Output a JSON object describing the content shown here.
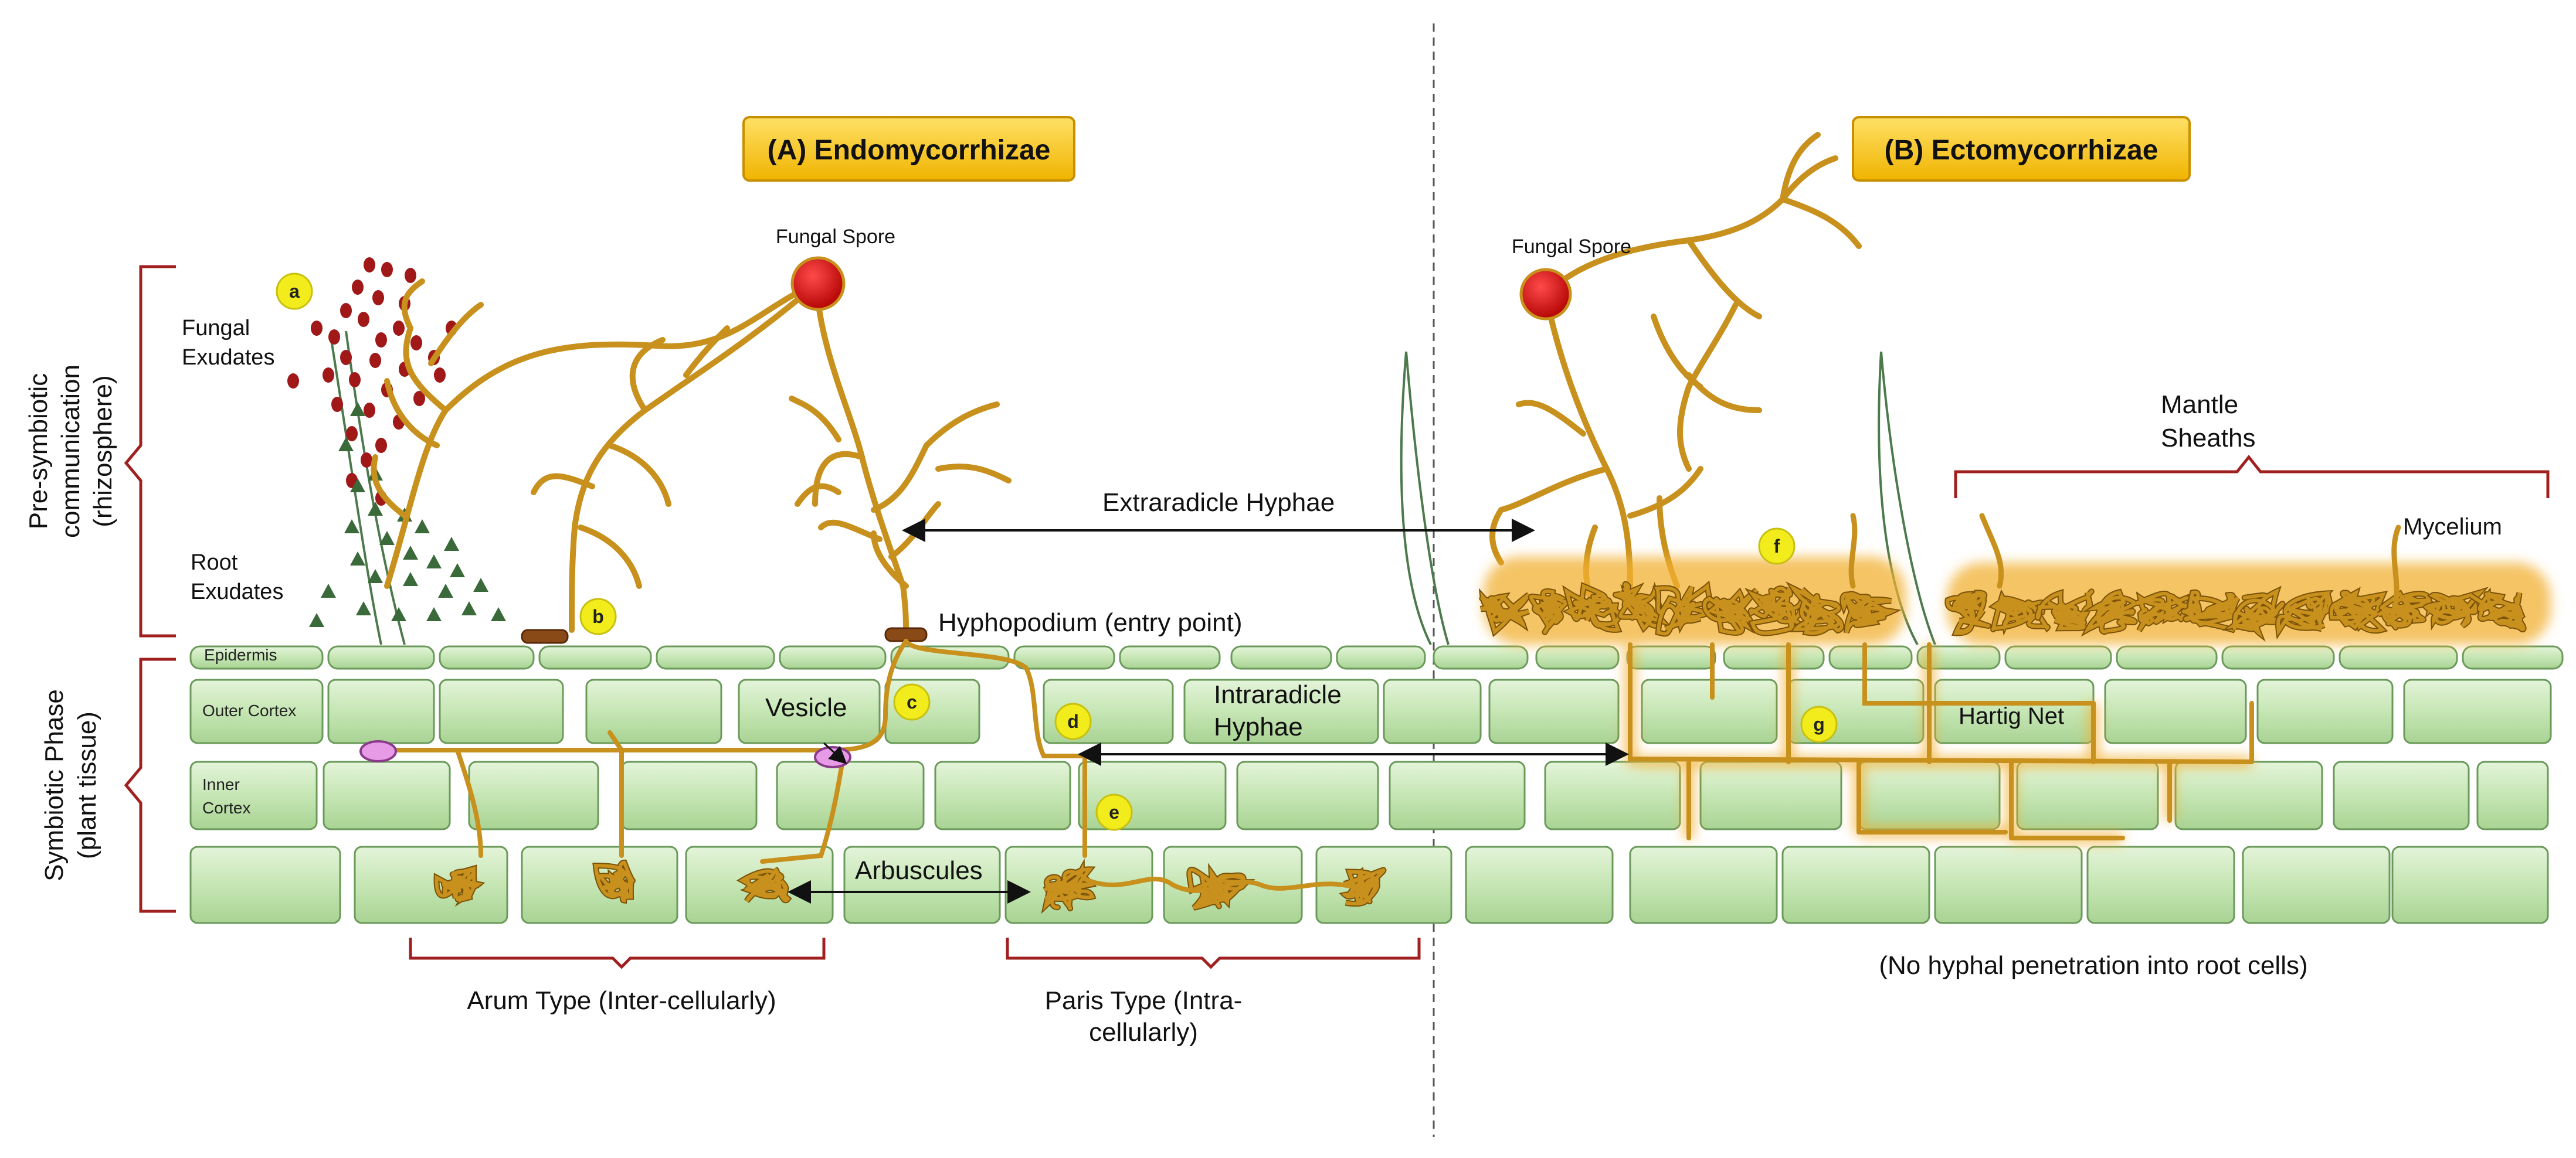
{
  "panels": {
    "endo_title": "(A) Endomycorrhizae",
    "ecto_title": "(B) Ectomycorrhizae"
  },
  "phases": {
    "pre_symbiotic": [
      "Pre-symbiotic",
      "communication",
      "(rhizosphere)"
    ],
    "symbiotic": [
      "Symbiotic Phase",
      "(plant tissue)"
    ]
  },
  "layers": {
    "epidermis": "Epidermis",
    "outer_cortex": "Outer Cortex",
    "inner_cortex": [
      "Inner",
      "Cortex"
    ]
  },
  "labels": {
    "fungal_spore_a": "Fungal Spore",
    "fungal_spore_b": "Fungal Spore",
    "fungal_exudates": [
      "Fungal",
      "Exudates"
    ],
    "root_exudates": [
      "Root",
      "Exudates"
    ],
    "extraradicle_hyphae": "Extraradicle Hyphae",
    "hyphopodium": "Hyphopodium (entry point)",
    "vesicle": "Vesicle",
    "intraradicle_hyphae": [
      "Intraradicle",
      "Hyphae"
    ],
    "arbuscules": "Arbuscules",
    "hartig_net": "Hartig Net",
    "mantle_sheaths": [
      "Mantle",
      "Sheaths"
    ],
    "mycelium": "Mycelium",
    "arum_type": "Arum Type (Inter-cellularly)",
    "paris_type": [
      "Paris Type (Intra-",
      "cellularly)"
    ],
    "no_penetration": "(No hyphal penetration into root cells)"
  },
  "markers": [
    "a",
    "b",
    "c",
    "d",
    "e",
    "f",
    "g"
  ],
  "colors": {
    "hyphae": "#c8901c",
    "cell_fill": "#c6e6b4",
    "cell_stroke": "#6a9a5a",
    "spore": "#d01010",
    "droplet": "#a01818",
    "triangle": "#3a6a3a",
    "bracket": "#a02020",
    "title_box": "#f7c51a",
    "marker": "#f2ec1c"
  }
}
